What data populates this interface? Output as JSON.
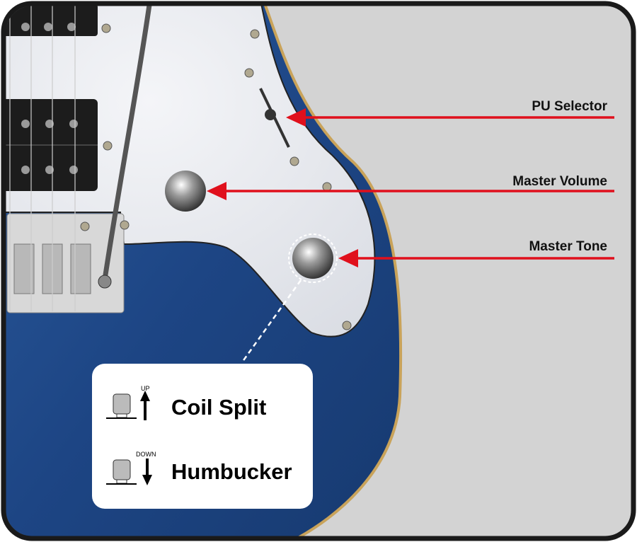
{
  "callouts": {
    "pu_selector": "PU Selector",
    "master_volume": "Master Volume",
    "master_tone": "Master Tone"
  },
  "legend": {
    "up": {
      "tag": "UP",
      "label": "Coil Split"
    },
    "down": {
      "tag": "DOWN",
      "label": "Humbucker"
    }
  },
  "colors": {
    "arrow": "#e0101c",
    "body": "#1f4a8a",
    "background": "#d3d3d3",
    "frame": "#1a1a1a"
  }
}
